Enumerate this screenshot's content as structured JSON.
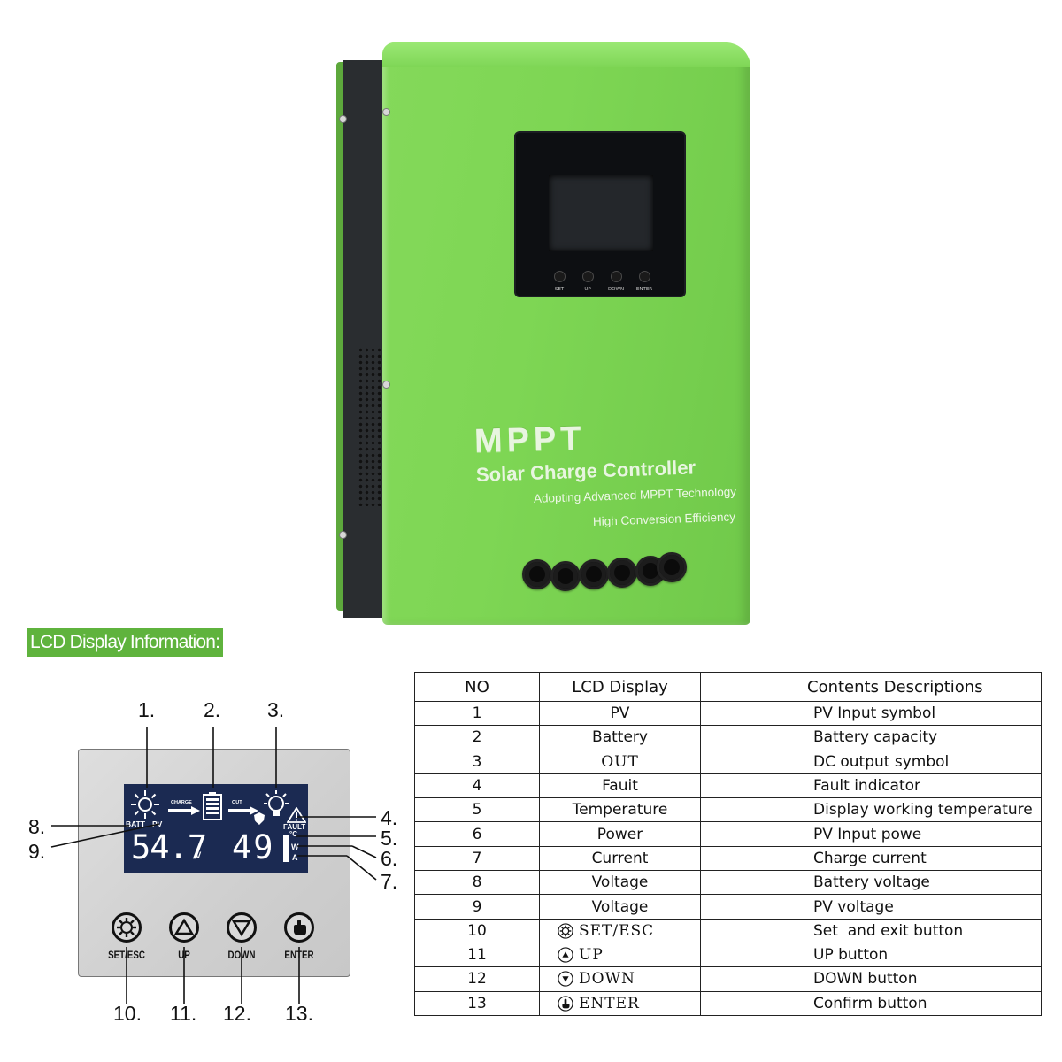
{
  "product": {
    "brand_title": "MPPT",
    "subtitle": "Solar Charge Controller",
    "tagline_1": "Adopting Advanced MPPT Technology",
    "tagline_2": "High Conversion Efficiency",
    "bezel_buttons": [
      "SET",
      "UP",
      "DOWN",
      "ENTER"
    ],
    "body_color": "#7ed654"
  },
  "heading": "LCD Display Information:",
  "diagram": {
    "lcd": {
      "charge_label": "CHARGE",
      "out_label": "OUT",
      "batt_label": "BATT",
      "pv_label": "PV",
      "fault_label": "FAULT",
      "left_value": "54.7",
      "left_unit": "v",
      "right_value": "49",
      "unit_c": "°C",
      "unit_w": "W",
      "unit_a": "A"
    },
    "callouts_top": [
      "1.",
      "2.",
      "3."
    ],
    "callouts_left": [
      "8.",
      "9."
    ],
    "callouts_right": [
      "4.",
      "5.",
      "6.",
      "7."
    ],
    "buttons": [
      {
        "label": "SET/ESC",
        "icon": "gear-icon",
        "number": "10."
      },
      {
        "label": "UP",
        "icon": "up-triangle-icon",
        "number": "11."
      },
      {
        "label": "DOWN",
        "icon": "down-triangle-icon",
        "number": "12."
      },
      {
        "label": "ENTER",
        "icon": "hand-pointer-icon",
        "number": "13."
      }
    ],
    "lcd_color": "#1b2a52"
  },
  "table": {
    "headers": [
      "NO",
      "LCD Display",
      "Contents Descriptions"
    ],
    "rows": [
      {
        "no": "1",
        "display": "PV",
        "desc": "PV Input symbol"
      },
      {
        "no": "2",
        "display": "Battery",
        "desc": "Battery capacity"
      },
      {
        "no": "3",
        "display": "OUT",
        "desc": "DC output symbol"
      },
      {
        "no": "4",
        "display": "Fauit",
        "desc": "Fault indicator"
      },
      {
        "no": "5",
        "display": "Temperature",
        "desc": "Display working temperature"
      },
      {
        "no": "6",
        "display": "Power",
        "desc": "PV Input powe"
      },
      {
        "no": "7",
        "display": "Current",
        "desc": "Charge current"
      },
      {
        "no": "8",
        "display": "Voltage",
        "desc": "Battery voltage"
      },
      {
        "no": "9",
        "display": "Voltage",
        "desc": "PV voltage"
      },
      {
        "no": "10",
        "display": "SET/ESC",
        "desc": "Set  and exit button",
        "icon": "gear-icon"
      },
      {
        "no": "11",
        "display": "UP",
        "desc": "UP button",
        "icon": "up-triangle-icon"
      },
      {
        "no": "12",
        "display": "DOWN",
        "desc": "DOWN button",
        "icon": "down-triangle-icon"
      },
      {
        "no": "13",
        "display": "ENTER",
        "desc": "Confirm button",
        "icon": "hand-pointer-icon"
      }
    ]
  }
}
